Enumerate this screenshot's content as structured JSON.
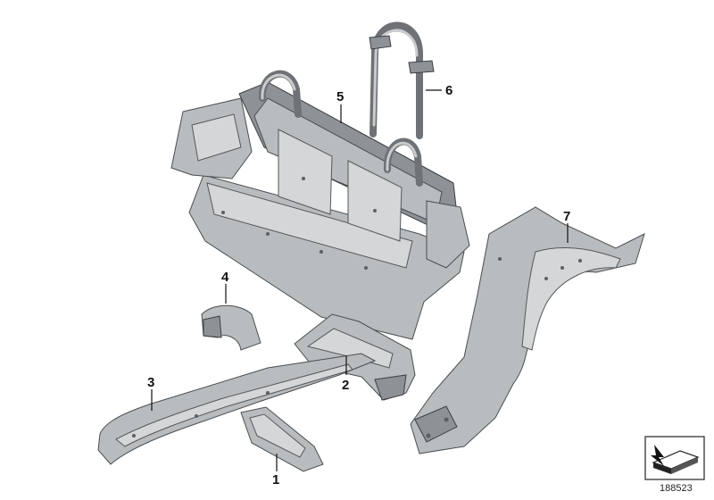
{
  "callouts": [
    {
      "id": "1",
      "label": "1"
    },
    {
      "id": "2",
      "label": "2"
    },
    {
      "id": "3",
      "label": "3"
    },
    {
      "id": "4",
      "label": "4"
    },
    {
      "id": "5",
      "label": "5"
    },
    {
      "id": "6",
      "label": "6"
    },
    {
      "id": "7",
      "label": "7"
    }
  ],
  "document_number": "188523",
  "colors": {
    "metal": "#b9bcbf",
    "metal_dark": "#8e9296",
    "outline": "#4a4d50"
  }
}
